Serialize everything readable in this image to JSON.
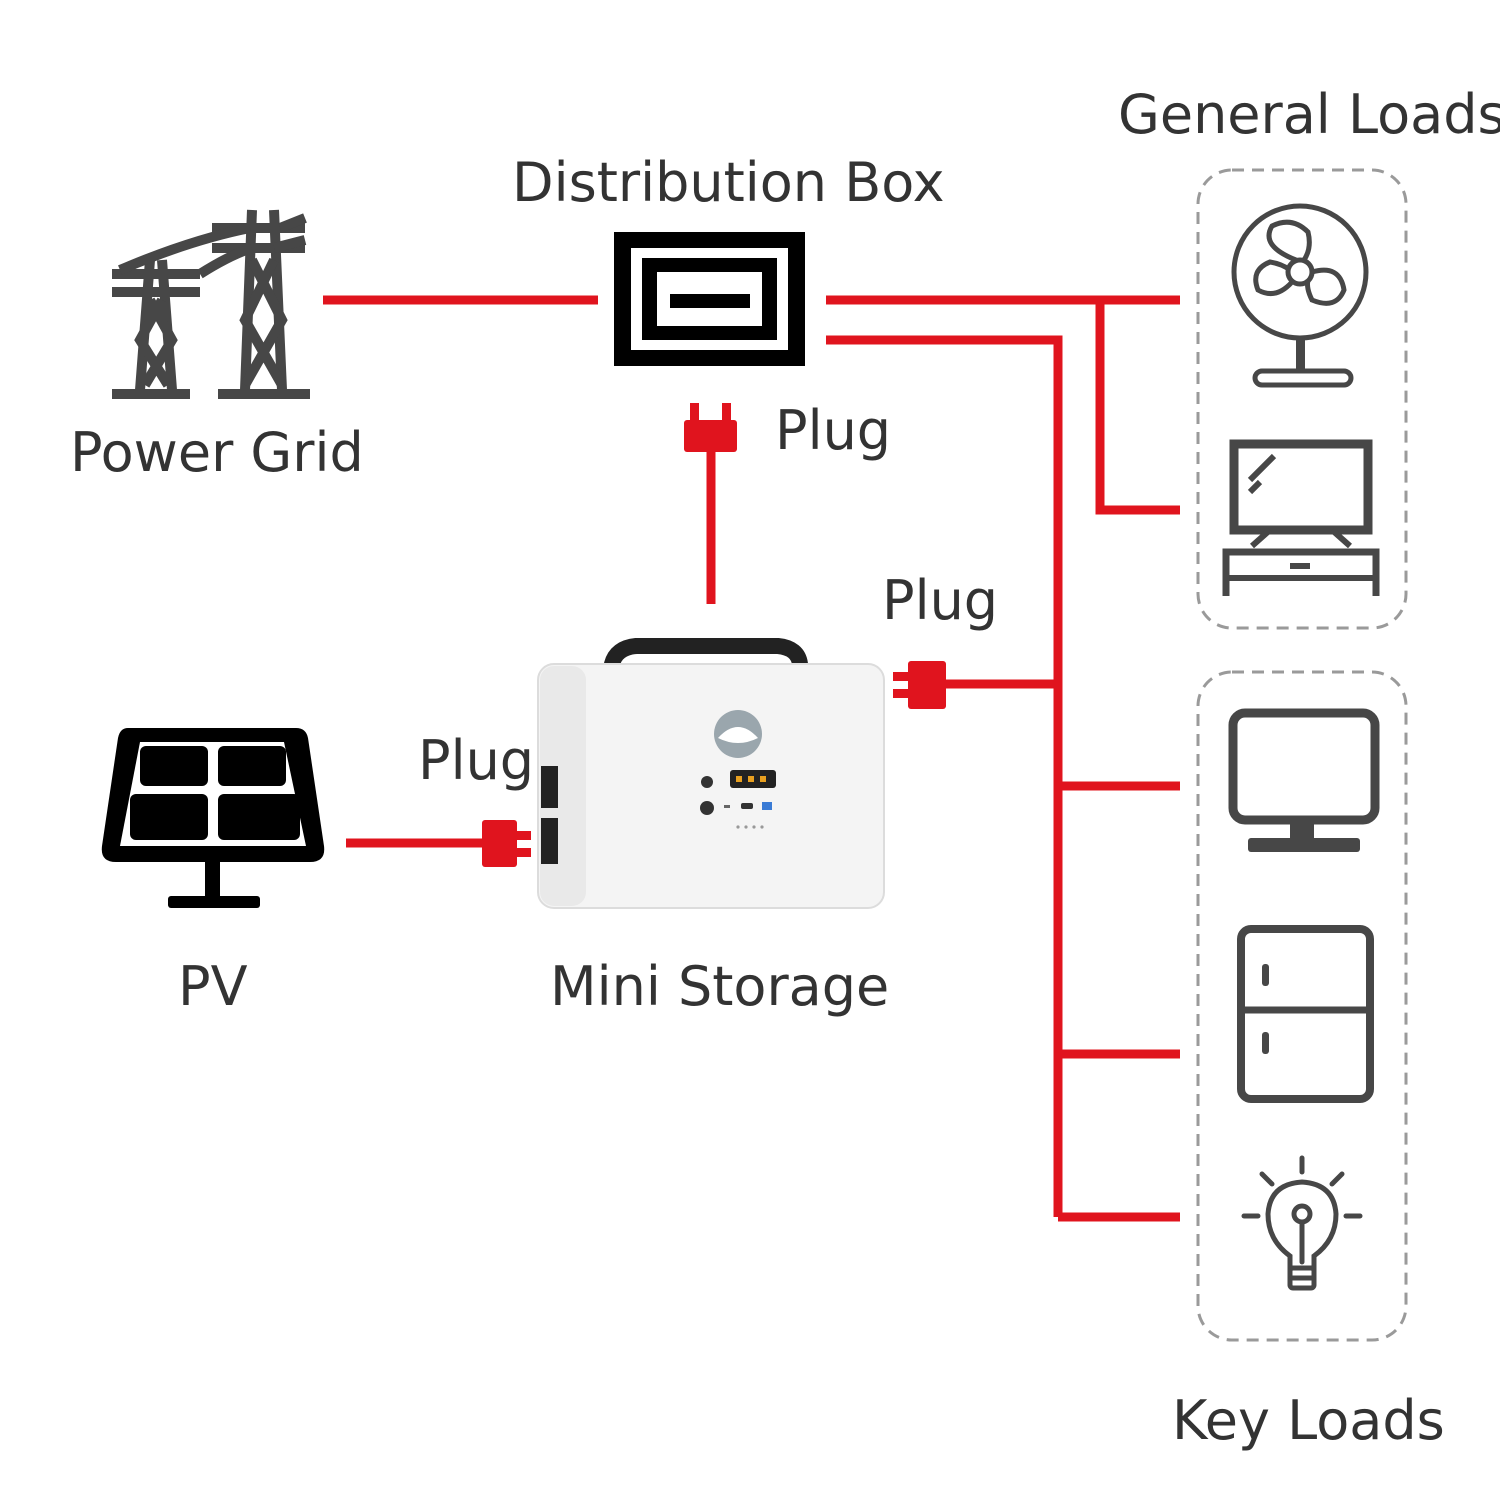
{
  "colors": {
    "wire": "#e0141e",
    "icon": "#474747",
    "dark": "#000000",
    "label": "#333333",
    "dashed_border": "#9a9a9a",
    "storage_body": "#f4f4f4"
  },
  "nodes": {
    "power_grid": {
      "label": "Power Grid",
      "icon": "transmission-tower-icon"
    },
    "distribution_box": {
      "label": "Distribution Box",
      "icon": "distribution-box-icon"
    },
    "pv": {
      "label": "PV",
      "icon": "solar-panel-icon"
    },
    "mini_storage": {
      "label": "Mini Storage",
      "icon": "portable-power-station-icon"
    }
  },
  "plugs": [
    {
      "label": "Plug",
      "icon": "plug-icon"
    },
    {
      "label": "Plug",
      "icon": "plug-icon"
    },
    {
      "label": "Plug",
      "icon": "plug-icon"
    }
  ],
  "groups": {
    "general_loads": {
      "label": "General Loads",
      "items": [
        "fan-icon",
        "tv-icon"
      ]
    },
    "key_loads": {
      "label": "Key Loads",
      "items": [
        "monitor-icon",
        "refrigerator-icon",
        "light-bulb-icon"
      ]
    }
  }
}
